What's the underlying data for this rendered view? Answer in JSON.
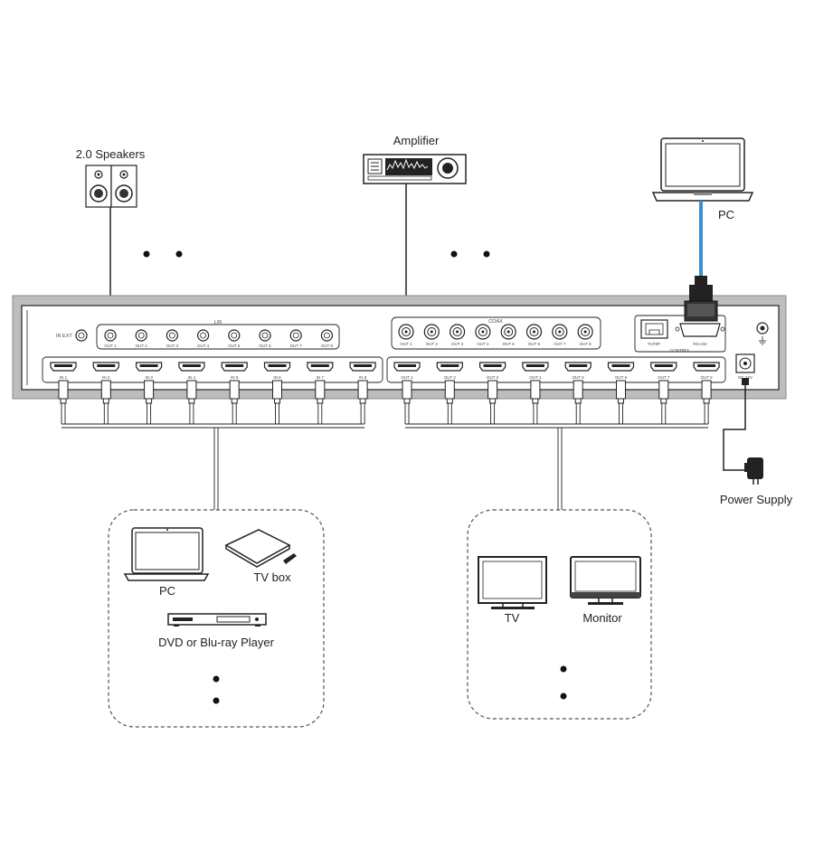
{
  "labels": {
    "speakers": "2.0 Speakers",
    "amplifier": "Amplifier",
    "pc_top": "PC",
    "power_supply": "Power Supply",
    "source_pc": "PC",
    "tv_box": "TV box",
    "dvd": "DVD or Blu-ray Player",
    "tv": "TV",
    "monitor": "Monitor"
  },
  "panel": {
    "ir_ext": "IR EXT",
    "lr": "L/R",
    "coax": "COAX",
    "tcpip": "TCP/IP",
    "rs232": "RS-232",
    "control": "CONTROL",
    "dc": "DC 12V",
    "audio_outs": [
      "OUT 1",
      "OUT 2",
      "OUT 3",
      "OUT 4",
      "OUT 5",
      "OUT 6",
      "OUT 7",
      "OUT 8"
    ],
    "coax_outs": [
      "OUT 1",
      "OUT 2",
      "OUT 3",
      "OUT 4",
      "OUT 5",
      "OUT 6",
      "OUT 7",
      "OUT 8"
    ],
    "hdmi_ins": [
      "IN 1",
      "IN 2",
      "IN 3",
      "IN 4",
      "IN 5",
      "IN 6",
      "IN 7",
      "IN 8"
    ],
    "hdmi_outs": [
      "OUT 1",
      "OUT 2",
      "OUT 3",
      "OUT 4",
      "OUT 5",
      "OUT 6",
      "OUT 7",
      "OUT 8"
    ]
  },
  "colors": {
    "panel_bg": "#bdbdbd",
    "cable": "#222222",
    "rs232_cable": "#3a8fd0",
    "dashed": "#555555"
  }
}
